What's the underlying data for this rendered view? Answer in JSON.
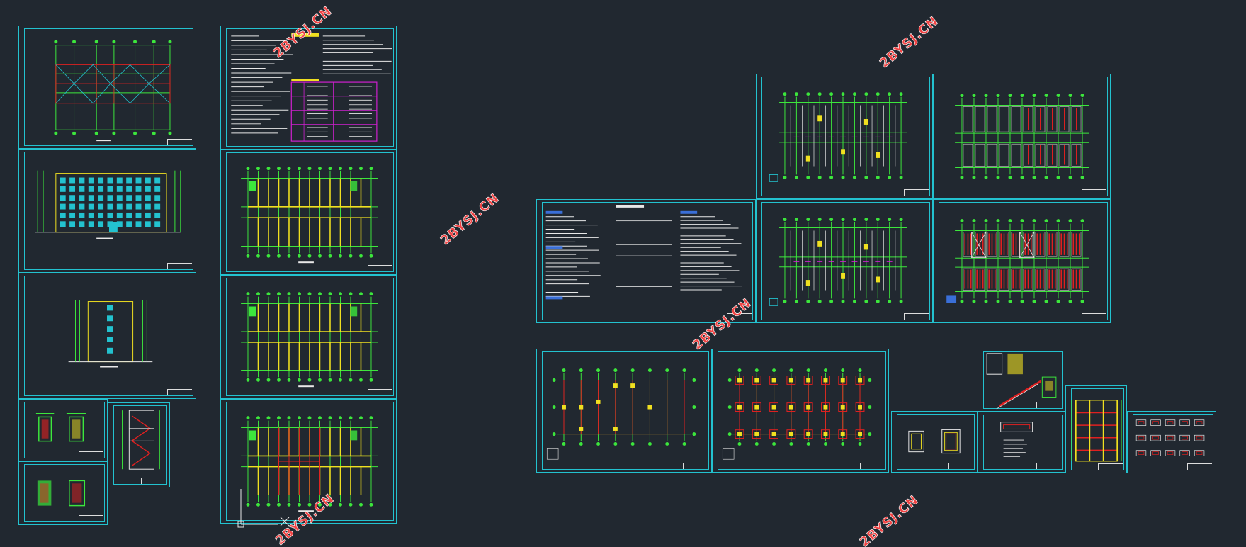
{
  "viewport": {
    "background": "#212830",
    "sheet_border_color": "#23c2cf"
  },
  "watermarks": [
    {
      "text": "2BYSJ.CN"
    },
    {
      "text": "2BYSJ.CN"
    },
    {
      "text": "2BYSJ.CN"
    },
    {
      "text": "2BYSJ.CN"
    },
    {
      "text": "2BYSJ.CN"
    },
    {
      "text": "2BYSJ.CN"
    }
  ],
  "colors": {
    "axis_grid": "#3ce63c",
    "beams_red": "#e02020",
    "yellow": "#f0e020",
    "white": "#e8e8e8",
    "magenta": "#d020d0",
    "cyan": "#23c2cf",
    "watermark_red": "#f04444"
  },
  "sheets": [
    {
      "name": "roof-plan",
      "kind": "roof"
    },
    {
      "name": "south-elevation",
      "kind": "elevation"
    },
    {
      "name": "side-elevation",
      "kind": "side"
    },
    {
      "name": "detail-small-1",
      "kind": "details"
    },
    {
      "name": "stair-section",
      "kind": "stair"
    },
    {
      "name": "detail-small-2",
      "kind": "details"
    },
    {
      "name": "design-notes",
      "kind": "notes"
    },
    {
      "name": "floor-plan-1",
      "kind": "plan"
    },
    {
      "name": "floor-plan-2",
      "kind": "plan"
    },
    {
      "name": "floor-plan-3",
      "kind": "plan"
    },
    {
      "name": "structural-notes",
      "kind": "notes2"
    },
    {
      "name": "slab-reinforcement-1",
      "kind": "struct"
    },
    {
      "name": "beam-layout-1",
      "kind": "struct2"
    },
    {
      "name": "slab-reinforcement-2",
      "kind": "struct"
    },
    {
      "name": "beam-layout-2",
      "kind": "struct3"
    },
    {
      "name": "column-layout",
      "kind": "foundation"
    },
    {
      "name": "foundation-plan",
      "kind": "foundation2"
    },
    {
      "name": "stair-detail",
      "kind": "stairdetail"
    },
    {
      "name": "column-detail",
      "kind": "coldetail"
    },
    {
      "name": "section-detail",
      "kind": "section"
    },
    {
      "name": "frame-elevation",
      "kind": "frame"
    },
    {
      "name": "rebar-tables",
      "kind": "tables"
    }
  ]
}
